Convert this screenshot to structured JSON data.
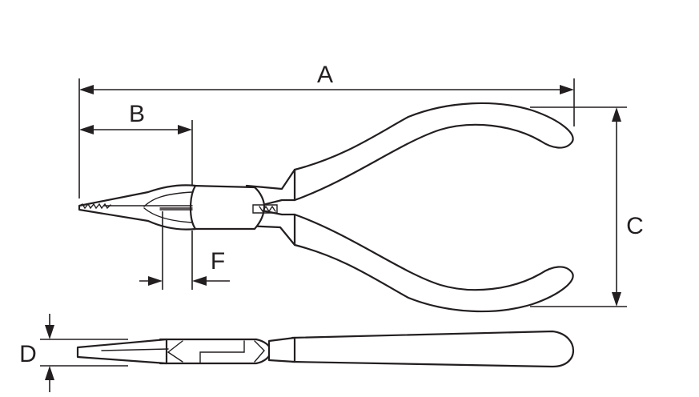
{
  "labels": {
    "a": "A",
    "b": "B",
    "c": "C",
    "d": "D",
    "f": "F"
  },
  "colors": {
    "line": "#231f20",
    "background": "#ffffff"
  }
}
